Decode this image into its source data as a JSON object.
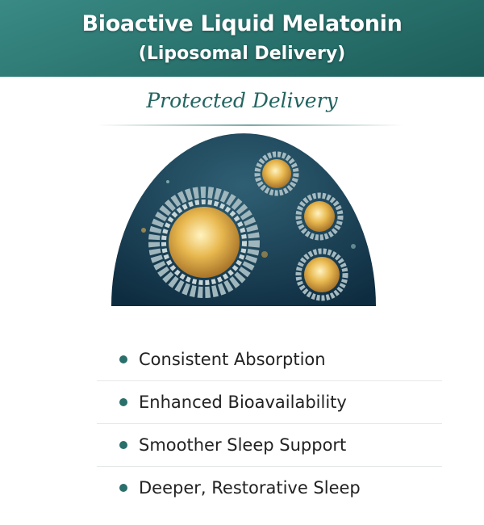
{
  "header": {
    "title": "Bioactive Liquid Melatonin",
    "subtitle": "(Liposomal Delivery)"
  },
  "section_title": "Protected Delivery",
  "benefits": [
    "Consistent Absorption",
    "Enhanced Bioavailability",
    "Smoother Sleep Support",
    "Deeper, Restorative Sleep"
  ],
  "colors": {
    "teal": "#2a736e",
    "accent": "#236460",
    "dome": "#123a4f",
    "gold": "#e8b04a"
  }
}
